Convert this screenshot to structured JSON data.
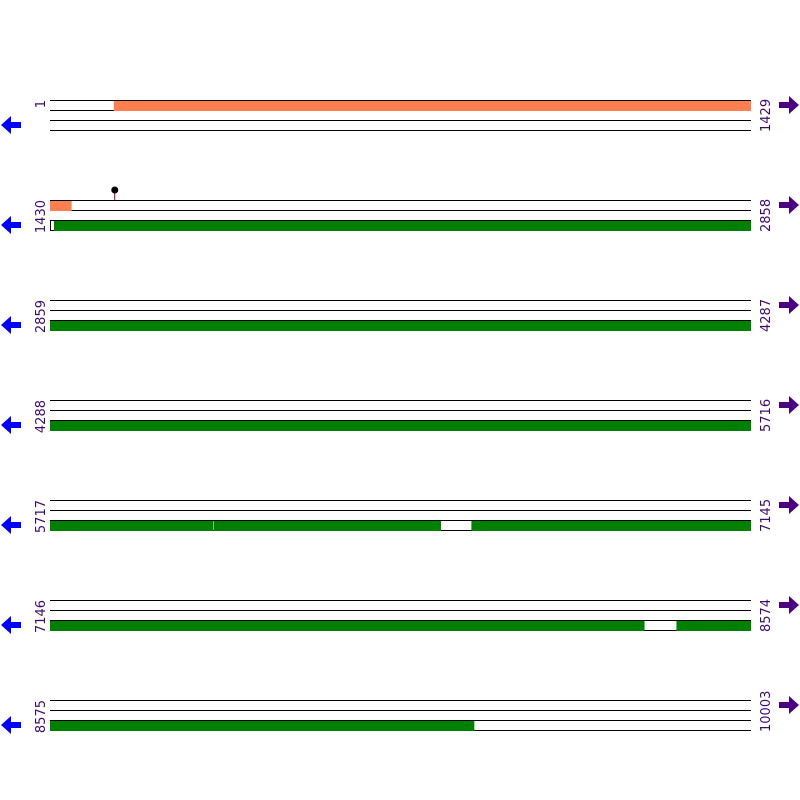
{
  "bases_per_row": 1429,
  "colors": {
    "line": "#000000",
    "salmon": "#ff7f50",
    "green": "#008000",
    "left_arrow": "#0000ff",
    "right_arrow": "#4b0082",
    "label": "#3f0a6e",
    "marker": "#000000",
    "marker_stem": "#8b0000"
  },
  "rows": [
    {
      "start": "1",
      "end": "1429",
      "from": 1,
      "to": 1429,
      "tracks": [
        {
          "lane": 0,
          "color": "salmon",
          "segments": [
            [
              131,
              1429
            ]
          ]
        }
      ]
    },
    {
      "start": "1430",
      "end": "2858",
      "from": 1430,
      "to": 2858,
      "tracks": [
        {
          "lane": 0,
          "color": "salmon",
          "segments": [
            [
              1430,
              1473
            ]
          ]
        },
        {
          "lane": 2,
          "color": "green",
          "segments": [
            [
              1438,
              2858
            ]
          ],
          "opening_tick": true
        }
      ],
      "markers": [
        {
          "pos": 1562
        }
      ]
    },
    {
      "start": "2859",
      "end": "4287",
      "from": 2859,
      "to": 4287,
      "tracks": [
        {
          "lane": 2,
          "color": "green",
          "segments": [
            [
              2859,
              4287
            ]
          ]
        }
      ]
    },
    {
      "start": "4288",
      "end": "5716",
      "from": 4288,
      "to": 5716,
      "tracks": [
        {
          "lane": 2,
          "color": "green",
          "segments": [
            [
              4288,
              5716
            ]
          ]
        }
      ]
    },
    {
      "start": "5717",
      "end": "7145",
      "from": 5717,
      "to": 7145,
      "tracks": [
        {
          "lane": 2,
          "color": "green",
          "segments": [
            [
              5717,
              6049
            ],
            [
              6051,
              6513
            ],
            [
              6576,
              7145
            ]
          ]
        }
      ]
    },
    {
      "start": "7146",
      "end": "8574",
      "from": 7146,
      "to": 8574,
      "tracks": [
        {
          "lane": 2,
          "color": "green",
          "segments": [
            [
              7146,
              8357
            ],
            [
              8423,
              8574
            ]
          ]
        }
      ]
    },
    {
      "start": "8575",
      "end": "10003",
      "from": 8575,
      "to": 10003,
      "tracks": [
        {
          "lane": 2,
          "color": "green",
          "segments": [
            [
              8575,
              9439
            ]
          ]
        }
      ]
    }
  ]
}
